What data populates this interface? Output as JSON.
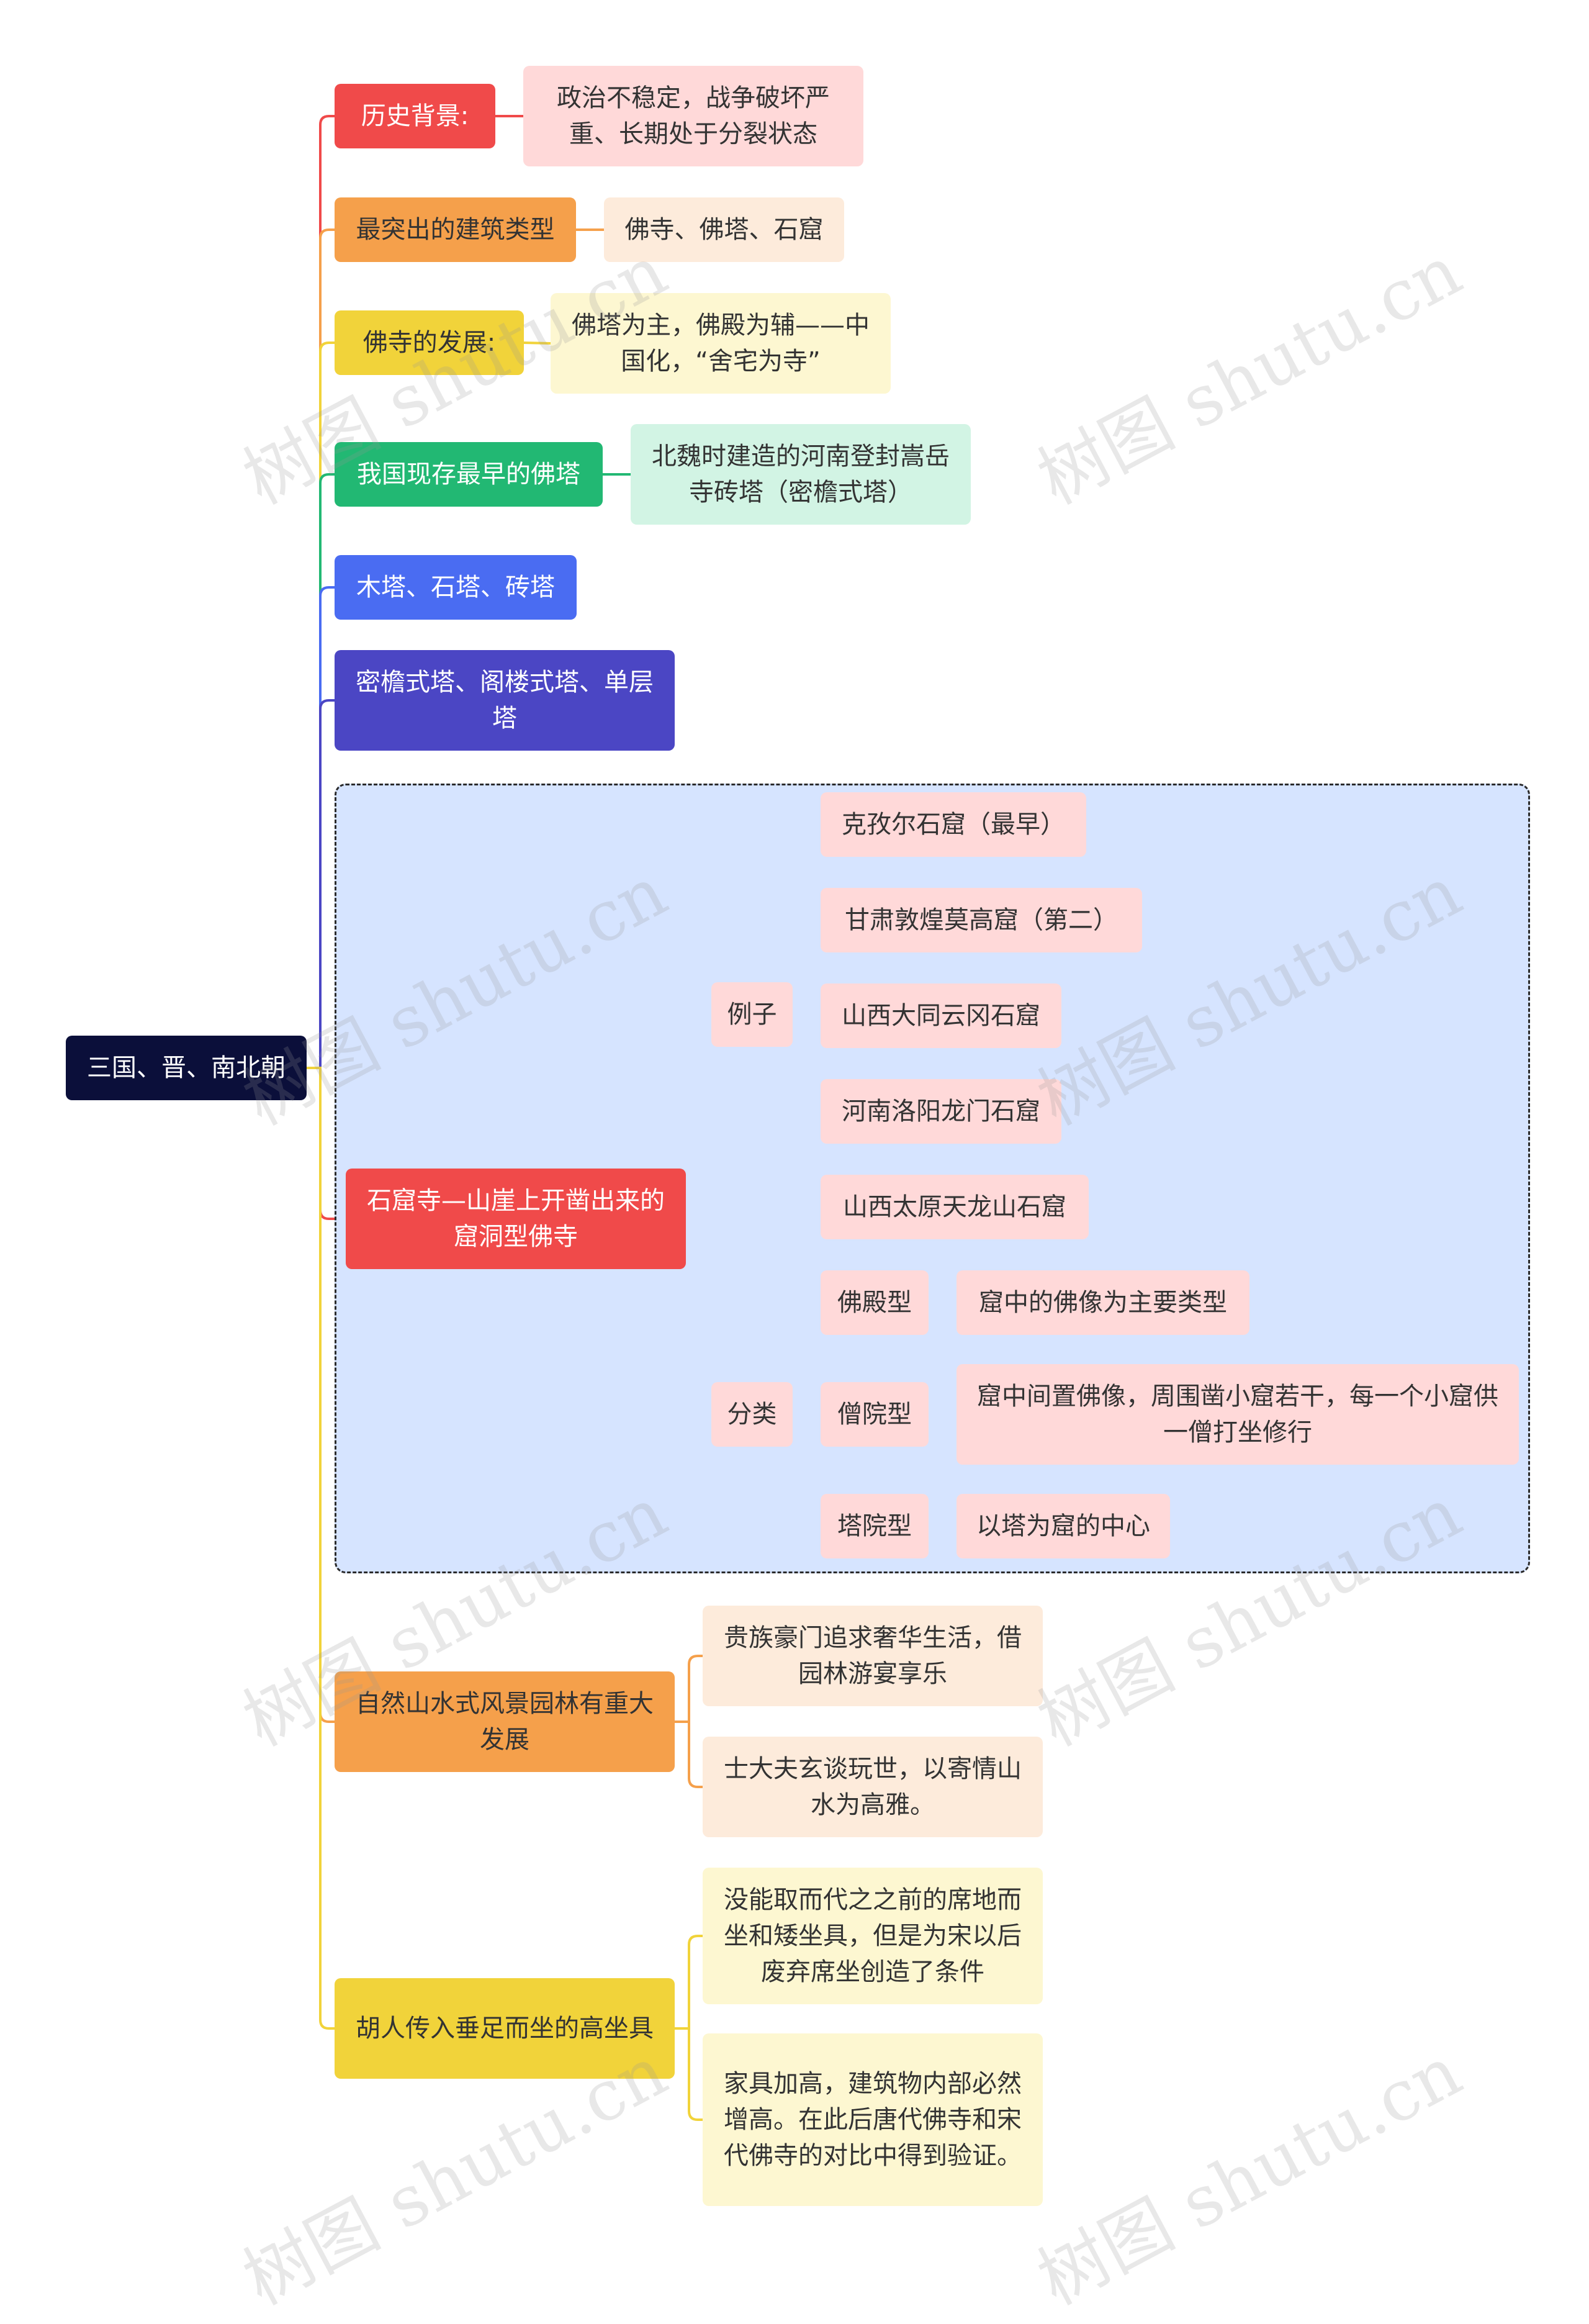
{
  "root": {
    "label": "三国、晋、南北朝"
  },
  "branches": [
    {
      "label": "历史背景:",
      "children": [
        {
          "label": "政治不稳定，战争破坏严重、长期处于分裂状态"
        }
      ]
    },
    {
      "label": "最突出的建筑类型",
      "children": [
        {
          "label": "佛寺、佛塔、石窟"
        }
      ]
    },
    {
      "label": "佛寺的发展:",
      "children": [
        {
          "label": "佛塔为主，佛殿为辅——中国化，“舍宅为寺”"
        }
      ]
    },
    {
      "label": "我国现存最早的佛塔",
      "children": [
        {
          "label": "北魏时建造的河南登封嵩岳寺砖塔（密檐式塔）"
        }
      ]
    },
    {
      "label": "木塔、石塔、砖塔"
    },
    {
      "label": "密檐式塔、阁楼式塔、单层塔"
    },
    {
      "label": "石窟寺—山崖上开凿出来的窟洞型佛寺",
      "children": [
        {
          "label": "例子",
          "children": [
            {
              "label": "克孜尔石窟（最早）"
            },
            {
              "label": "甘肃敦煌莫高窟（第二）"
            },
            {
              "label": "山西大同云冈石窟"
            },
            {
              "label": "河南洛阳龙门石窟"
            },
            {
              "label": "山西太原天龙山石窟"
            }
          ]
        },
        {
          "label": "分类",
          "children": [
            {
              "label": "佛殿型",
              "children": [
                {
                  "label": "窟中的佛像为主要类型"
                }
              ]
            },
            {
              "label": "僧院型",
              "children": [
                {
                  "label": "窟中间置佛像，周围凿小窟若干，每一个小窟供一僧打坐修行"
                }
              ]
            },
            {
              "label": "塔院型",
              "children": [
                {
                  "label": "以塔为窟的中心"
                }
              ]
            }
          ]
        }
      ]
    },
    {
      "label": "自然山水式风景园林有重大发展",
      "children": [
        {
          "label": "贵族豪门追求奢华生活，借园林游宴享乐"
        },
        {
          "label": "士大夫玄谈玩世，以寄情山水为高雅。"
        }
      ]
    },
    {
      "label": "胡人传入垂足而坐的高坐具",
      "children": [
        {
          "label": "没能取而代之之前的席地而坐和矮坐具，但是为宋以后废弃席坐创造了条件"
        },
        {
          "label": "家具加高，建筑物内部必然增高。在此后唐代佛寺和宋代佛寺的对比中得到验证。"
        }
      ]
    }
  ],
  "watermark": "树图 shutu.cn",
  "colors": {
    "root": "#0b0f3a",
    "red": "#f04a4a",
    "redLight": "#ffd9d9",
    "orange": "#f5a04b",
    "orangeLight": "#fdebdb",
    "yellow": "#f1d33a",
    "yellowLight": "#fdf7d1",
    "green": "#22b873",
    "greenLight": "#d2f4e4",
    "blue": "#4a6cf2",
    "indigo": "#4b46c4",
    "frame": "#d6e4ff"
  }
}
